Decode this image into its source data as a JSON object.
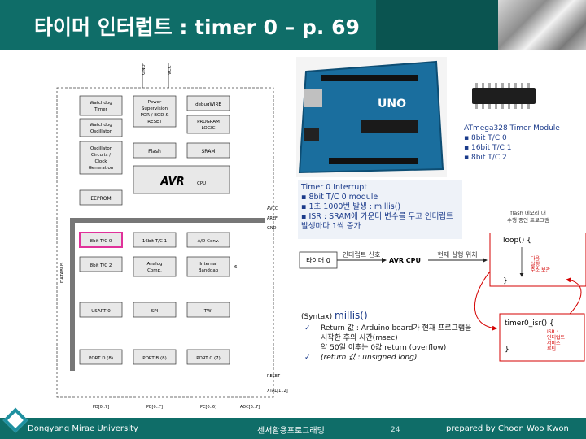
{
  "title": "타이머 인터럽트 : timer 0 – p. 69",
  "diagram": {
    "pins": [
      "GND",
      "VCC"
    ],
    "blocks": {
      "watchdog_timer": [
        "Watchdog",
        "Timer"
      ],
      "power_supervision": [
        "Power",
        "Supervision",
        "POR / BOD &",
        "RESET"
      ],
      "debugwire": "debugWIRE",
      "watchdog_osc": [
        "Watchdog",
        "Oscillator"
      ],
      "program_logic": [
        "PROGRAM",
        "LOGIC"
      ],
      "osc_circuits": [
        "Oscillator",
        "Circuits /",
        "Clock",
        "Generation"
      ],
      "flash": "Flash",
      "sram": "SRAM",
      "avr_cpu": "AVR",
      "cpu_label": "CPU",
      "eeprom": "EEPROM",
      "t0": "8bit T/C 0",
      "t1": "16bit T/C 1",
      "adconv": "A/D Conv.",
      "t2": "8bit T/C 2",
      "analog": [
        "Analog",
        "Comp."
      ],
      "bandgap": [
        "Internal",
        "Bandgap"
      ],
      "usart": "USART 0",
      "spi": "SPI",
      "twi": "TWI",
      "portd": "PORT D (8)",
      "portb": "PORT B (8)",
      "portc": "PORT C (7)"
    },
    "side_labels": [
      "AVCC",
      "AREF",
      "GND"
    ],
    "num6": "6",
    "databus": "DATABUS",
    "reset": "RESET",
    "xtal": "XTAL[1..2]",
    "bottom_ports": [
      "PD[0..7]",
      "PB[0..7]",
      "PC[0..6]",
      "ADC[6..7]"
    ]
  },
  "board": {
    "logo": "UNO"
  },
  "module": {
    "title": "ATmega328 Timer Module",
    "items": [
      "8bit T/C 0",
      "16bit T/C 1",
      "8bit T/C 2"
    ]
  },
  "interrupt": {
    "title": "Timer 0 Interrupt",
    "items": [
      "8bit T/C 0 module",
      "1초 1000번 발생 : millis()",
      "ISR : SRAM에 카운터 변수를 두고 인터럽트 발생마다 1씩 증가"
    ]
  },
  "flow": {
    "flash_label": [
      "flash 메모리 내",
      "수행 중인 프로그램"
    ],
    "timer0": "타이머 0",
    "interrupt_signal": "인터럽트 신호",
    "avr_cpu": "AVR CPU",
    "current_position": "현재 실행 위치",
    "loop": "loop() {",
    "loop_close": "}",
    "isr": "timer0_isr() {",
    "isr_close": "}",
    "run_note": [
      "다음",
      "실행",
      "주소 보관"
    ],
    "isr_note": [
      "ISR :",
      "인터럽트",
      "서비스",
      "루틴"
    ]
  },
  "syntax": {
    "prefix": "(Syntax)",
    "fn": "millis()",
    "items": [
      "Return 값 : Arduino board가 현재 프로그램을 시작한 후의 시간(msec)",
      "약 50일 이후는 0값 return (overflow)",
      "(return 값 : unsigned long)"
    ]
  },
  "footer": {
    "university": "Dongyang Mirae University",
    "course": "센서활용프로그래밍",
    "page": "24",
    "author": "prepared by Choon Woo Kwon"
  },
  "colors": {
    "title_bg": "#0f6d68",
    "text_blue": "#1a3a8a",
    "highlight": "#e0329a",
    "arrow_red": "#d40000"
  }
}
